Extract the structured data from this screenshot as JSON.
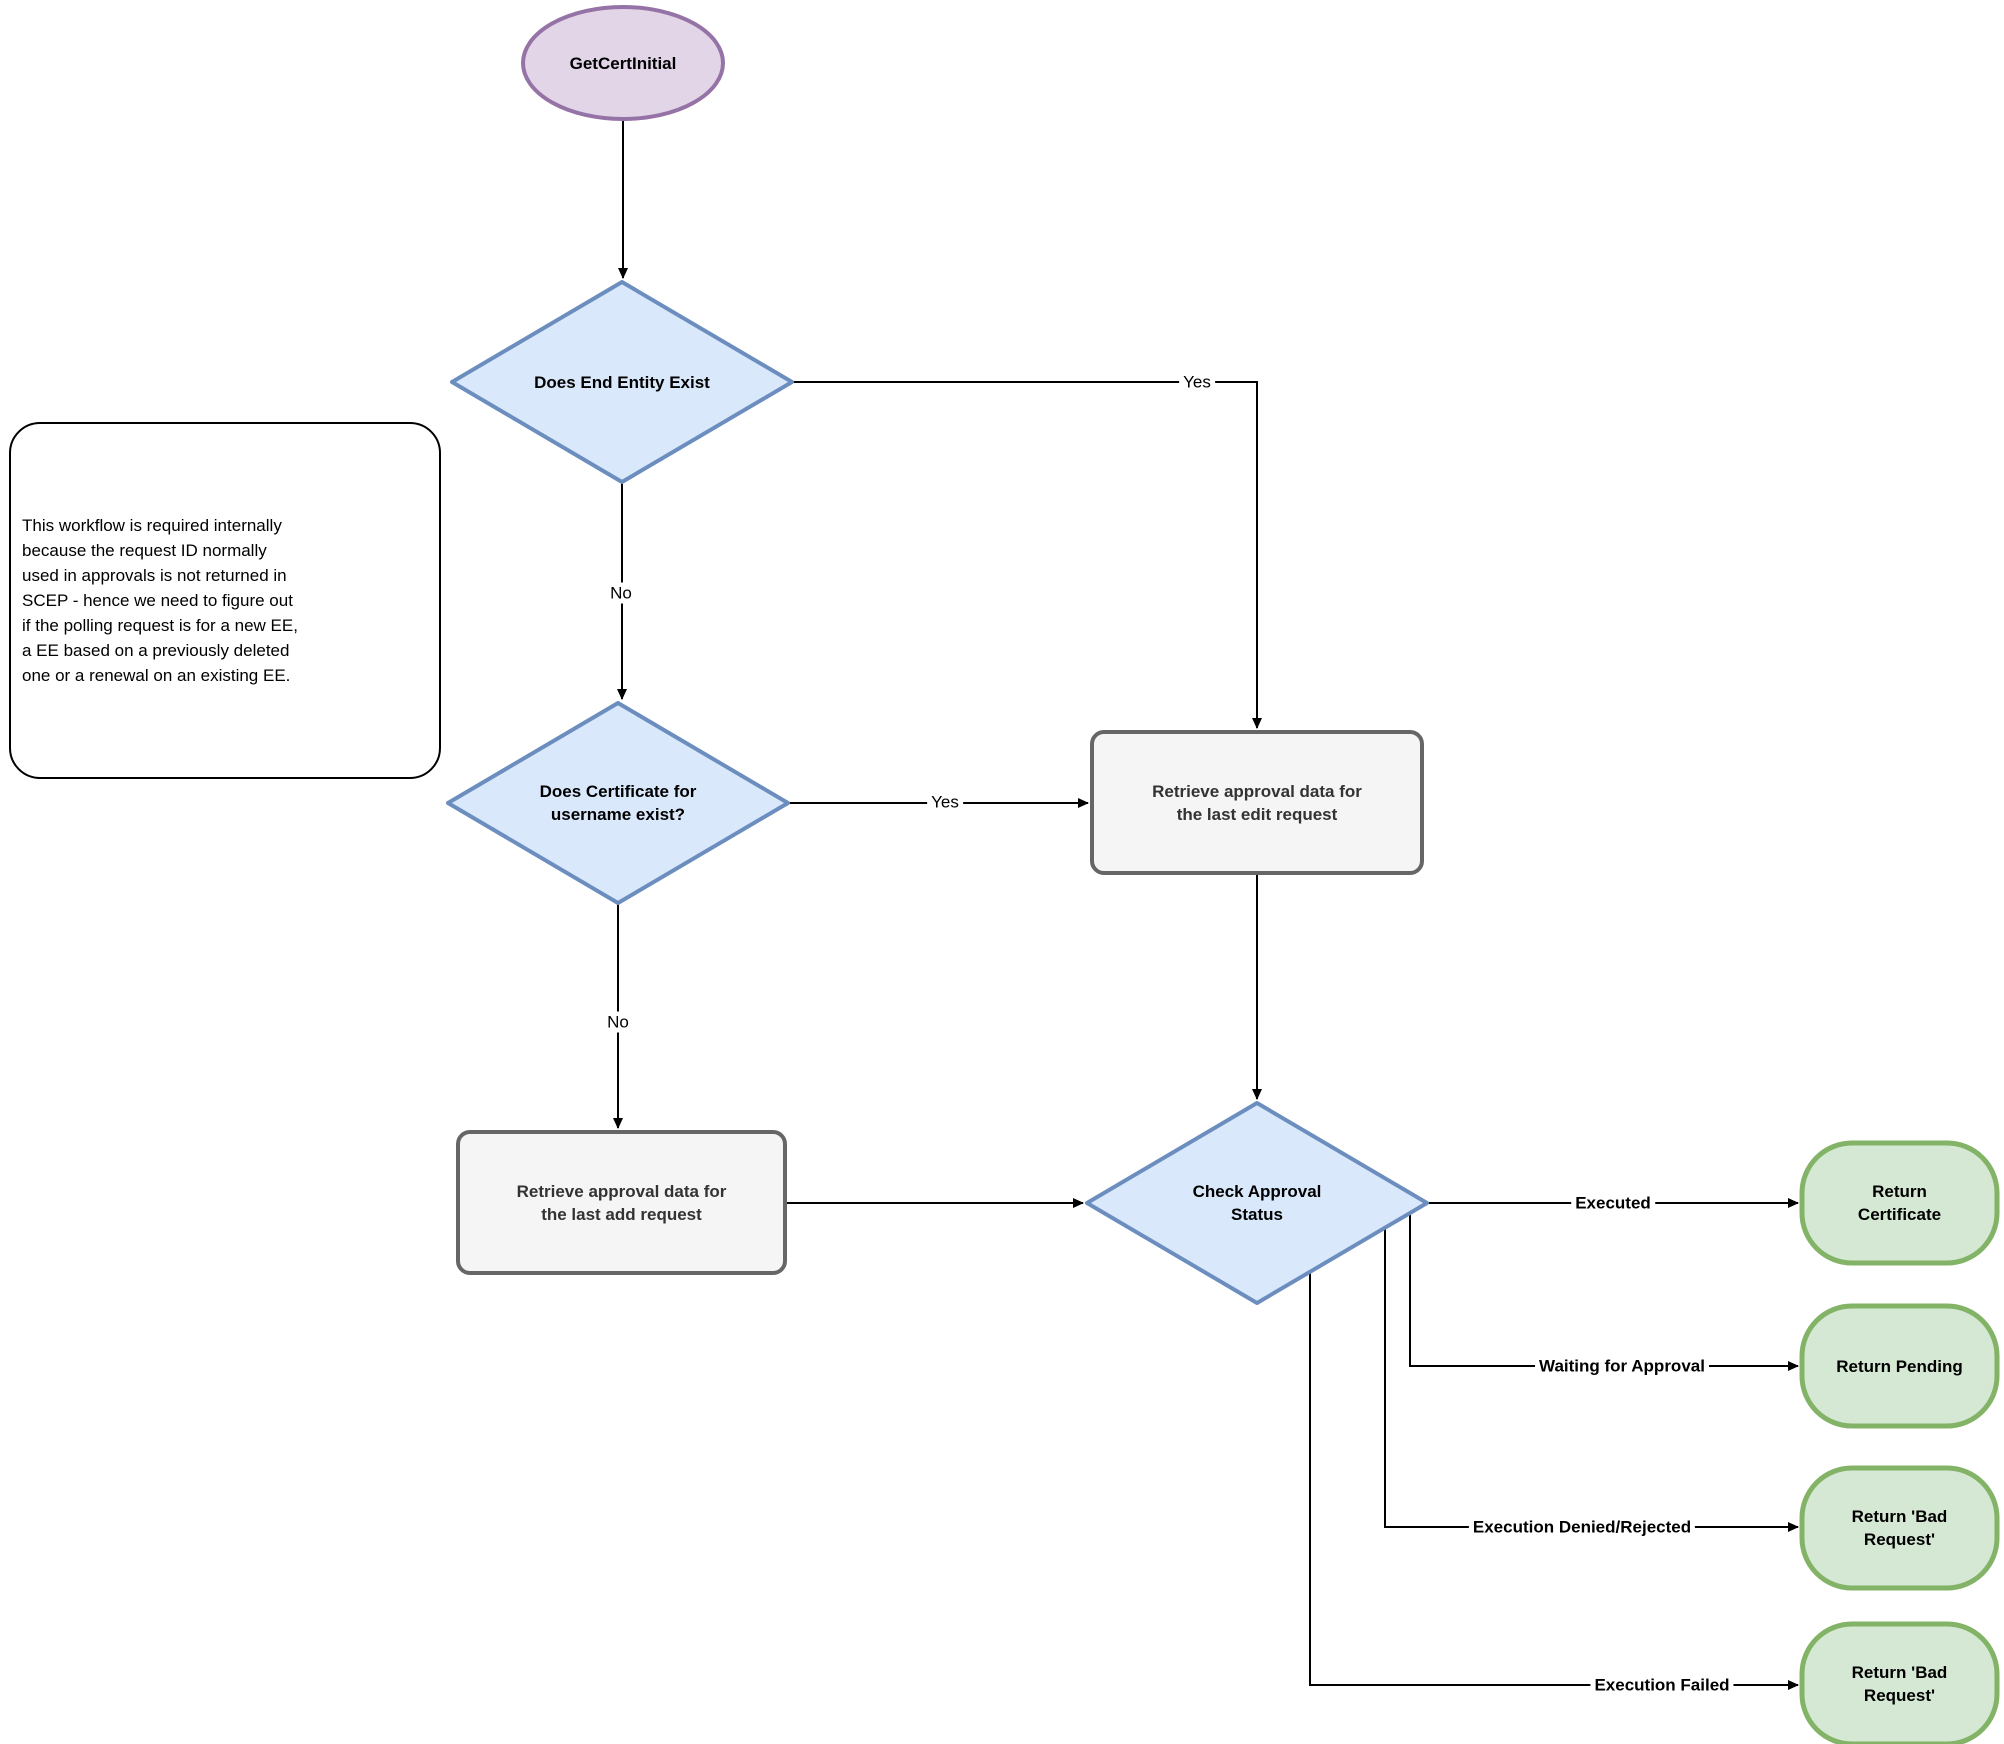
{
  "diagram": {
    "title": "GetCertInitial SCEP polling workflow",
    "colors": {
      "canvas_bg": "#ffffff",
      "start_fill": "#e1d5e7",
      "start_stroke": "#9673a6",
      "decision_fill": "#dae8fc",
      "decision_stroke": "#6c8ebf",
      "process_fill": "#f5f5f5",
      "process_stroke": "#666666",
      "terminal_fill": "#d5e8d4",
      "terminal_stroke": "#82b366",
      "note_fill": "#ffffff",
      "note_stroke": "#000000",
      "edge": "#000000"
    },
    "nodes": {
      "start": {
        "label": "GetCertInitial"
      },
      "decision_end_entity": {
        "label": "Does End Entity Exist"
      },
      "decision_certificate": {
        "label": [
          "Does Certificate for",
          "username exist?"
        ]
      },
      "process_edit_request": {
        "label": [
          "Retrieve approval data for",
          "the last edit request"
        ]
      },
      "process_add_request": {
        "label": [
          "Retrieve approval data for",
          "the last add request"
        ]
      },
      "decision_approval_status": {
        "label": [
          "Check Approval",
          "Status"
        ]
      },
      "terminal_certificate": {
        "label": [
          "Return",
          "Certificate"
        ]
      },
      "terminal_pending": {
        "label": "Return Pending"
      },
      "terminal_bad_request_denied": {
        "label": [
          "Return 'Bad",
          "Request'"
        ]
      },
      "terminal_bad_request_failed": {
        "label": [
          "Return 'Bad",
          "Request'"
        ]
      }
    },
    "note": {
      "lines": [
        "This workflow is required internally",
        "because the request ID normally",
        "used in approvals is not returned in",
        "SCEP - hence we need to figure out",
        "if the polling request is for a new EE,",
        "a EE based on a previously deleted",
        "one or a renewal on an existing EE."
      ]
    },
    "edge_labels": {
      "end_entity_yes": "Yes",
      "end_entity_no": "No",
      "certificate_yes": "Yes",
      "certificate_no": "No",
      "executed": "Executed",
      "waiting_for_approval": "Waiting for Approval",
      "execution_denied": "Execution Denied/Rejected",
      "execution_failed": "Execution Failed"
    }
  }
}
